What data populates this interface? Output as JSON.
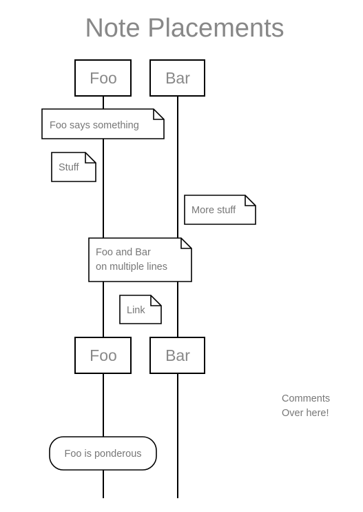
{
  "title": "Note Placements",
  "actors": {
    "foo": "Foo",
    "bar": "Bar"
  },
  "notes": {
    "foo_says": "Foo says something",
    "stuff": "Stuff",
    "more_stuff": "More stuff",
    "multi_line": [
      "Foo and Bar",
      "on multiple lines"
    ],
    "link": "Link",
    "comment": [
      "Comments",
      "Over here!"
    ],
    "ponderous": "Foo is ponderous"
  },
  "colors": {
    "stroke": "#000000",
    "text": "#777777",
    "title": "#888888",
    "background": "#ffffff"
  }
}
